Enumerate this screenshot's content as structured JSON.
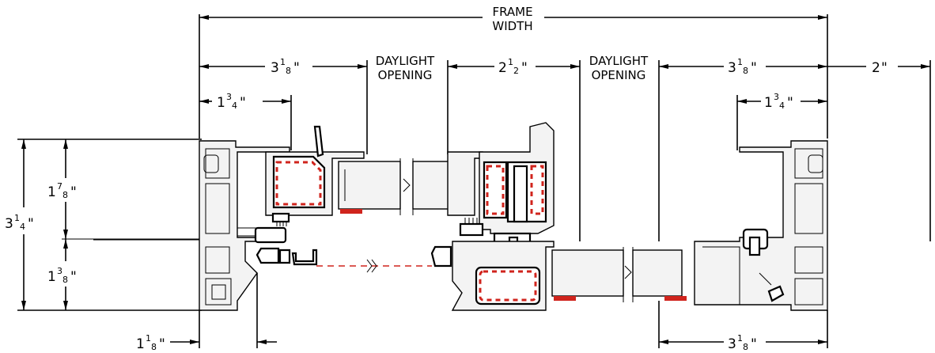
{
  "labels": {
    "frame_width": [
      "FRAME",
      "WIDTH"
    ],
    "daylight_opening_left": [
      "DAYLIGHT",
      "OPENING"
    ],
    "daylight_opening_right": [
      "DAYLIGHT",
      "OPENING"
    ]
  },
  "dimensions": {
    "top_left_width": {
      "whole": "3",
      "num": "1",
      "den": "8",
      "unit": "\""
    },
    "interlock_width": {
      "whole": "2",
      "num": "1",
      "den": "2",
      "unit": "\""
    },
    "top_right_width": {
      "whole": "3",
      "num": "1",
      "den": "8",
      "unit": "\""
    },
    "right_offset": {
      "whole": "2",
      "num": "",
      "den": "",
      "unit": "\""
    },
    "left_inner": {
      "whole": "1",
      "num": "3",
      "den": "4",
      "unit": "\""
    },
    "right_inner": {
      "whole": "1",
      "num": "3",
      "den": "4",
      "unit": "\""
    },
    "overall_depth": {
      "whole": "3",
      "num": "1",
      "den": "4",
      "unit": "\""
    },
    "upper_depth": {
      "whole": "1",
      "num": "7",
      "den": "8",
      "unit": "\""
    },
    "lower_depth": {
      "whole": "1",
      "num": "3",
      "den": "8",
      "unit": "\""
    },
    "bottom_left": {
      "whole": "1",
      "num": "1",
      "den": "8",
      "unit": "\""
    },
    "bottom_right": {
      "whole": "3",
      "num": "1",
      "den": "8",
      "unit": "\""
    }
  },
  "colors": {
    "line": "#000000",
    "gasket": "#d0241d",
    "profile_fill": "#f3f3f3"
  }
}
